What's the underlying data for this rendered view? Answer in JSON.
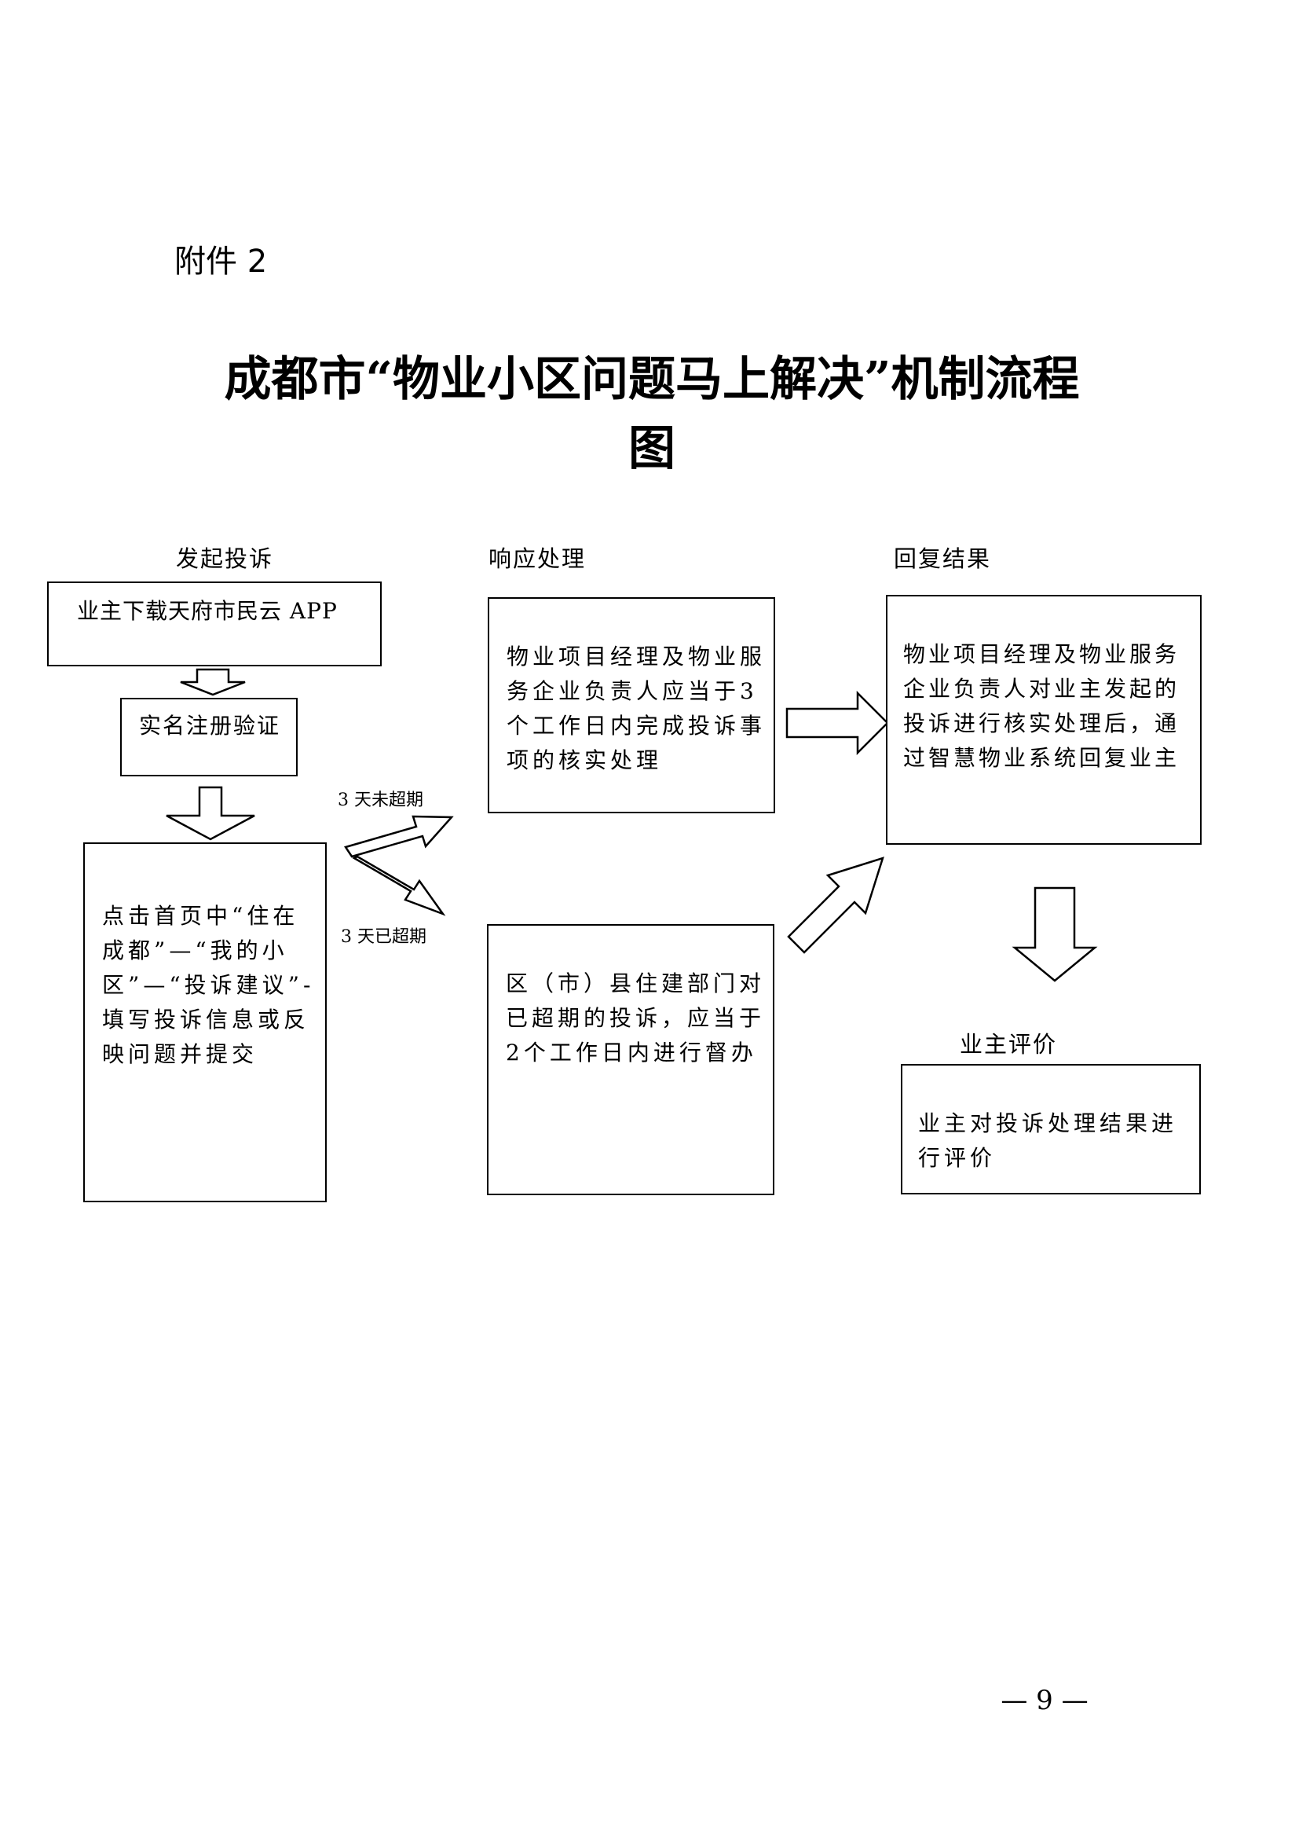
{
  "attachment_label": "附件 2",
  "title_line1": "成都市“物业小区问题马上解决”机制流程",
  "title_line2": "图",
  "columns": {
    "initiate": "发起投诉",
    "respond": "响应处理",
    "reply": "回复结果",
    "evaluate": "业主评价"
  },
  "steps": {
    "download_app": "业主下载天府市民云 APP",
    "register": "实名注册验证",
    "submit": "点击首页中“住在成都”—“我的小区”—“投诉建议”-填写投诉信息或反映问题并提交",
    "manager_handle": "物业项目经理及物业服务企业负责人应当于3个工作日内完成投诉事项的核实处理",
    "district_supervise": "区（市）县住建部门对已超期的投诉，应当于2个工作日内进行督办",
    "reply_owner": "物业项目经理及物业服务企业负责人对业主发起的投诉进行核实处理后，通过智慧物业系统回复业主",
    "owner_evaluate": "业主对投诉处理结果进行评价"
  },
  "branch_labels": {
    "not_overdue": "3 天未超期",
    "overdue": "3 天已超期"
  },
  "page_number": "— 9 —"
}
